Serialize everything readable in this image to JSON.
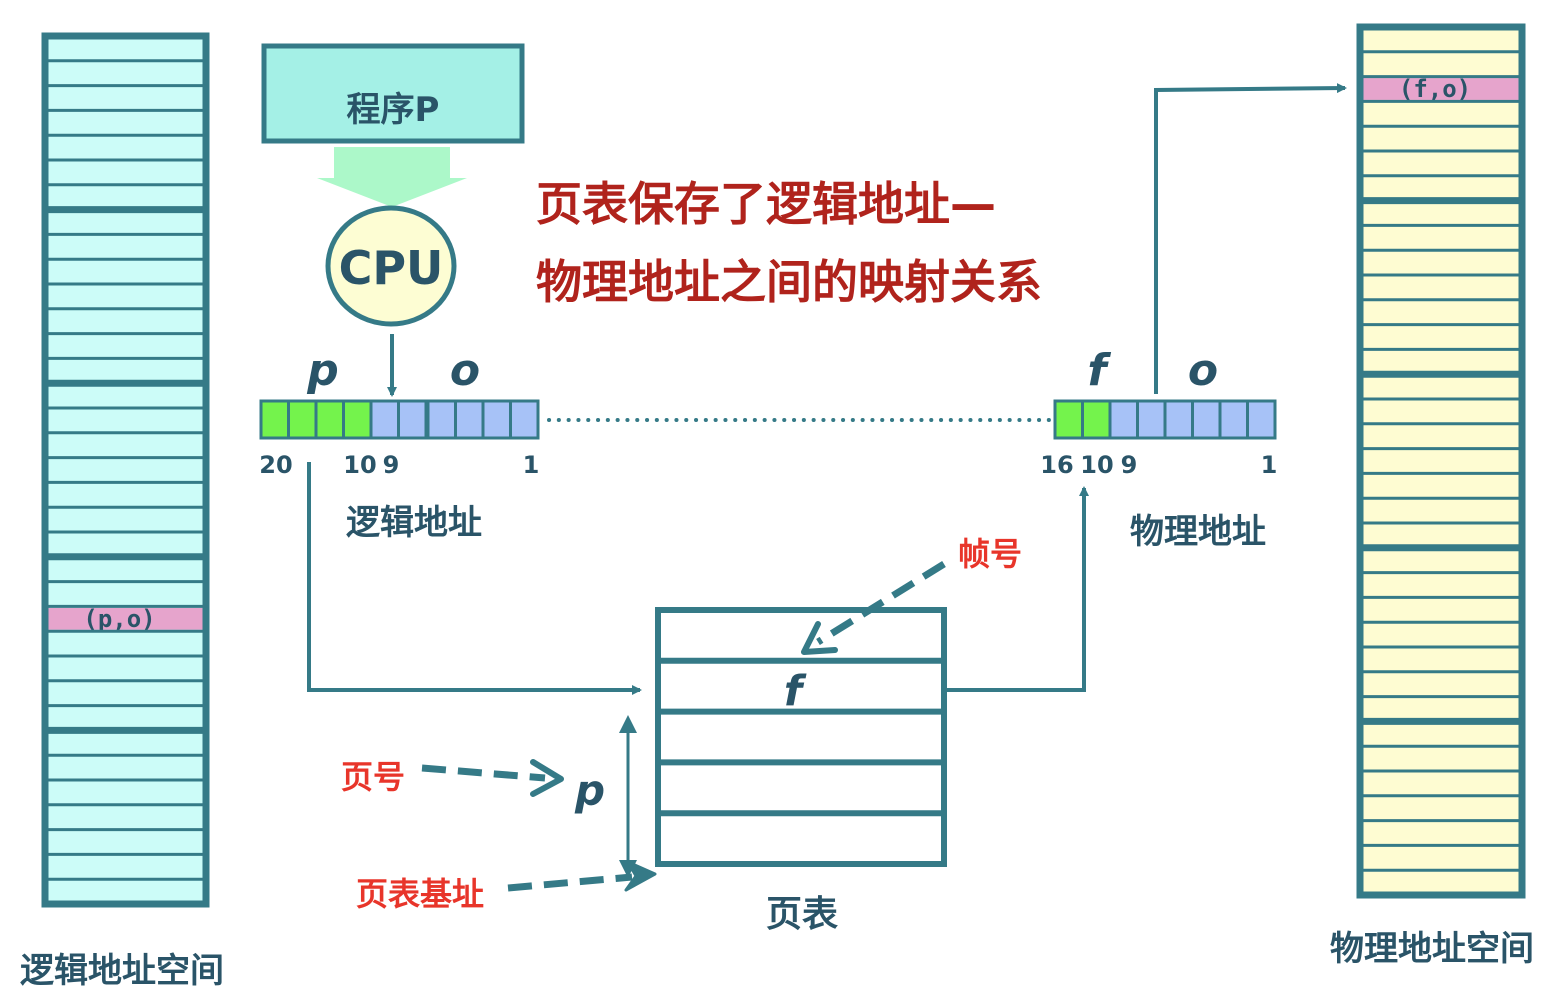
{
  "title": {
    "line1": "页表保存了逻辑地址—",
    "line2": "物理地址之间的映射关系"
  },
  "program": {
    "label": "程序P"
  },
  "cpu": {
    "label": "CPU"
  },
  "logical_address": {
    "label": "逻辑地址",
    "field_p": "p",
    "field_o": "o",
    "bit_labels": {
      "high": "20",
      "mid_high": "10",
      "mid_low": "9",
      "low": "1"
    },
    "cells": [
      "page",
      "page",
      "page",
      "page",
      "offset",
      "offset",
      "offset",
      "offset",
      "offset",
      "offset"
    ]
  },
  "physical_address": {
    "label": "物理地址",
    "field_f": "f",
    "field_o": "o",
    "bit_labels": {
      "high": "16",
      "mid_high": "10",
      "mid_low": "9",
      "low": "1"
    },
    "cells": [
      "frame",
      "frame",
      "offset",
      "offset",
      "offset",
      "offset",
      "offset",
      "offset"
    ]
  },
  "page_table": {
    "label": "页表",
    "rows": [
      "",
      "f",
      "",
      "",
      ""
    ],
    "page_number_label": "页号",
    "page_number_symbol": "p",
    "base_address_label": "页表基址",
    "frame_number_label": "帧号"
  },
  "logical_space": {
    "label": "逻辑地址空间",
    "entry": "(p,o)",
    "pages": 5,
    "rows_per_page": 7,
    "highlight_page": 3,
    "highlight_row": 2
  },
  "physical_space": {
    "label": "物理地址空间",
    "entry": "(f,o)",
    "pages": 5,
    "rows_per_page": 7,
    "highlight_page": 0,
    "highlight_row": 2
  },
  "colors": {
    "stroke": "#357a87",
    "text_dark": "#2a5468",
    "logical_fill": "#ccfcf8",
    "physical_fill": "#fefcd2",
    "highlight": "#e6a4cc",
    "page_bit": "#74f34c",
    "offset_bit": "#a7c2f7",
    "program_fill": "#a4f0e6",
    "arrow_fill": "#acf8c9",
    "cpu_fill": "#fdfdd3",
    "title_red": "#b0231c",
    "label_red": "#e8352a"
  }
}
